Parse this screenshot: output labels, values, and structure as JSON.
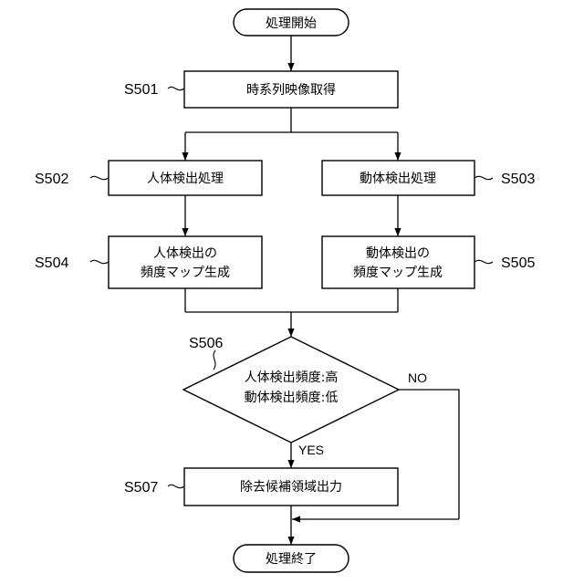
{
  "nodes": {
    "start": "処理開始",
    "s501": "時系列映像取得",
    "s502": "人体検出処理",
    "s503": "動体検出処理",
    "s504_line1": "人体検出の",
    "s504_line2": "頻度マップ生成",
    "s505_line1": "動体検出の",
    "s505_line2": "頻度マップ生成",
    "s506_line1": "人体検出頻度:高",
    "s506_line2": "動体検出頻度:低",
    "s507": "除去候補領域出力",
    "end": "処理終了"
  },
  "step_labels": {
    "s501": "S501",
    "s502": "S502",
    "s503": "S503",
    "s504": "S504",
    "s505": "S505",
    "s506": "S506",
    "s507": "S507"
  },
  "branches": {
    "yes": "YES",
    "no": "NO"
  }
}
